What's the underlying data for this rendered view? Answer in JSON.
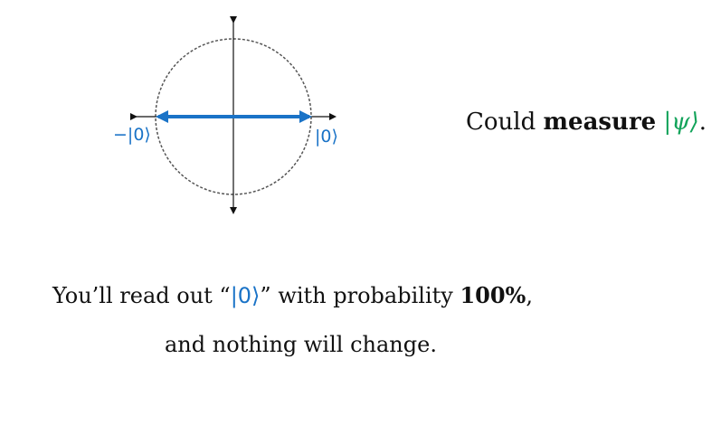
{
  "diagram": {
    "label_left": "−|0⟩",
    "label_right": "|0⟩",
    "colors": {
      "vector": "#1a73c7",
      "axis": "#111111",
      "circle": "#555555",
      "psi": "#12a35a"
    }
  },
  "text": {
    "measure_prefix": "Could ",
    "measure_bold": "measure",
    "measure_ket": "|ψ⟩",
    "measure_suffix": ".",
    "readout_prefix": "You’ll read out “",
    "readout_ket": "|0⟩",
    "readout_middle": "” with probability ",
    "readout_bold": "100%",
    "readout_suffix": ",",
    "nochange": "and nothing will change."
  }
}
